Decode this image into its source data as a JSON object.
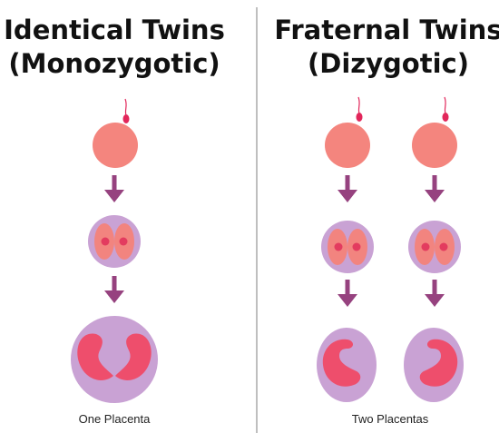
{
  "identical": {
    "title_line1": "Identical Twins",
    "title_line2": "(Monozygotic)",
    "caption": "One Placenta"
  },
  "fraternal": {
    "title_line1": "Fraternal Twins",
    "title_line2": "(Dizygotic)",
    "caption": "Two Placentas"
  },
  "colors": {
    "egg": "#f4857e",
    "sperm": "#e2265a",
    "arrow": "#96427f",
    "cell_ring": "#c9a2d4",
    "blastomere": "#f2847f",
    "nucleus": "#e33b5f",
    "placenta": "#c9a2d4",
    "embryo": "#ee4e6c",
    "divider": "#aaaaaa"
  }
}
